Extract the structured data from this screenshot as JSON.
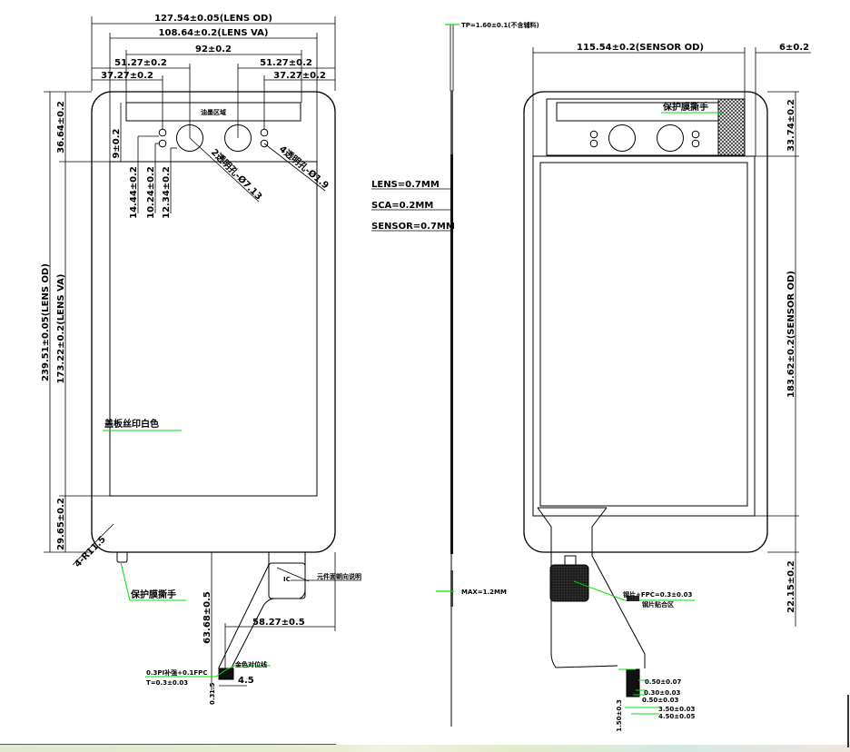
{
  "front_view": {
    "width_lens_od": "127.54±0.05(LENS OD)",
    "width_lens_va": "108.64±0.2(LENS VA)",
    "hole_span": "92±0.2",
    "left_51": "51.27±0.2",
    "left_37": "37.27±0.2",
    "right_51": "51.27±0.2",
    "right_37": "37.27±0.2",
    "top_border": "36.64±0.2",
    "height_lens_od": "239.51±0.05(LENS OD)",
    "height_lens_va": "173.22±0.2(LENS VA)",
    "bottom_border": "29.65±0.2",
    "top_9": "9±0.2",
    "hole_14": "14.44±0.2",
    "hole_10": "10.24±0.2",
    "hole_12": "12.34±0.2",
    "hole_large": "2透明孔-Ø7.13",
    "hole_small": "4透明孔-Ø1.9",
    "ink_area": "油墨区域",
    "corner_radius": "4-R11.5",
    "silk_note": "盖板丝印白色",
    "peel_tab": "保护膜撕手",
    "fpc_height": "63.68±0.5",
    "fpc_offset": "58.27±0.5",
    "fpc_width": "4.5",
    "fpc_note_1": "0.3PI补强+0.1FPC",
    "fpc_note_2": "T=0.3±0.03",
    "fpc_small_1": "1.5",
    "fpc_small_2": "0.3",
    "fpc_tail_note": "金色对位线",
    "ic_label": "IC",
    "ic_note": "元件面朝向说明"
  },
  "side_view": {
    "tp_thickness": "TP=1.60±0.1(不含辅料)",
    "lens": "LENS=0.7MM",
    "sca": "SCA=0.2MM",
    "sensor": "SENSOR=0.7MM",
    "max": "MAX=1.2MM"
  },
  "back_view": {
    "sensor_width": "115.54±0.2(SENSOR OD)",
    "offset_6": "6±0.2",
    "top_33": "33.74±0.2",
    "sensor_height": "183.62±0.2(SENSOR OD)",
    "bottom_22": "22.15±0.2",
    "peel_tab": "保护膜撕手",
    "stiffener_note": "钢片+FPC=0.3±0.03",
    "stiffener_legend": "钢片贴合区",
    "tail_1": "0.50±0.07",
    "tail_2": "0.30±0.03",
    "tail_3": "0.50±0.03",
    "tail_4": "3.50±0.03",
    "tail_5": "4.50±0.05",
    "tail_len": "1.50±0.3"
  },
  "colors": {
    "leader": "#00e000",
    "line": "#000000",
    "hatch": "#222222"
  }
}
